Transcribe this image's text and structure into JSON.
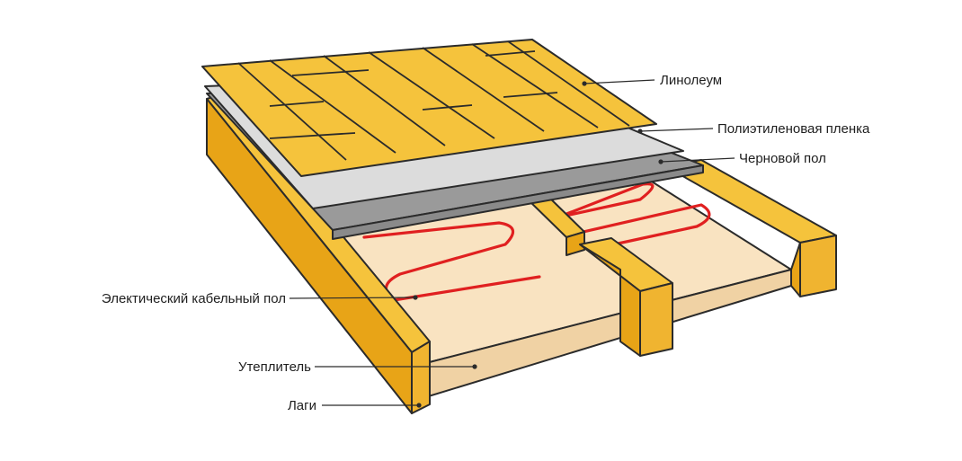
{
  "colors": {
    "wood_top": "#f5c33c",
    "wood_side": "#e8a417",
    "wood_face": "#f0b430",
    "insulation": "#f9e3c1",
    "cable": "#e02020",
    "film": "#d9d9d9",
    "subfloor": "#9a9a9a",
    "outline": "#2b2b2b"
  },
  "labels": {
    "linoleum": "Линолеум",
    "polyethylene_film": "Полиэтиленовая пленка",
    "subfloor": "Черновой пол",
    "cable_floor": "Электический кабельный пол",
    "insulation": "Утеплитель",
    "joists": "Лаги"
  }
}
